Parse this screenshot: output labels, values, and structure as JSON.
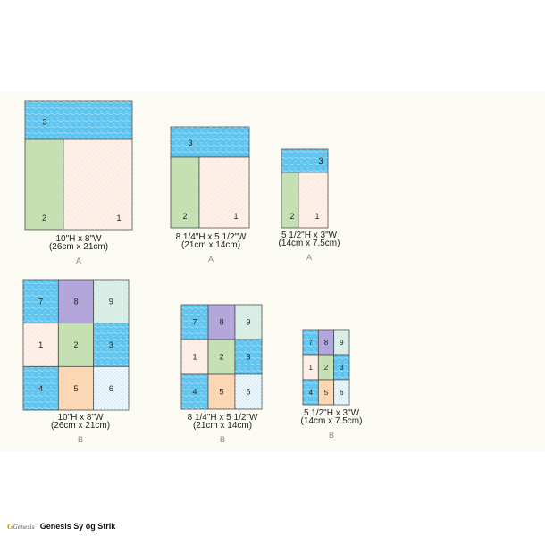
{
  "colors": {
    "1": "#fdf0e8",
    "2": "#c5e1b4",
    "3": "#5fc5ef",
    "4": "#5fc5ef",
    "5": "#fbd7b3",
    "6": "#ecf6fb",
    "7": "#5fc5ef",
    "8": "#b3a6da",
    "9": "#d6efe7",
    "outline": "#4a4a4a",
    "caption": "#222222",
    "type_label": "#888888"
  },
  "layouts": [
    {
      "type": "A",
      "size_line1": "10\"H x 8\"W",
      "size_line2": "(26cm x 21cm)",
      "blocks": [
        "3",
        "2",
        "1"
      ]
    },
    {
      "type": "A",
      "size_line1": "8 1/4\"H x 5 1/2\"W",
      "size_line2": "(21cm x 14cm)",
      "blocks": [
        "3",
        "2",
        "1"
      ]
    },
    {
      "type": "A",
      "size_line1": "5 1/2\"H x 3\"W",
      "size_line2": "(14cm x 7.5cm)",
      "blocks": [
        "3",
        "2",
        "1"
      ]
    },
    {
      "type": "B",
      "size_line1": "10\"H x 8\"W",
      "size_line2": "(26cm x 21cm)",
      "blocks": [
        "7",
        "8",
        "9",
        "1",
        "2",
        "3",
        "4",
        "5",
        "6"
      ]
    },
    {
      "type": "B",
      "size_line1": "8 1/4\"H x 5 1/2\"W",
      "size_line2": "(21cm x 14cm)",
      "blocks": [
        "7",
        "8",
        "9",
        "1",
        "2",
        "3",
        "4",
        "5",
        "6"
      ]
    },
    {
      "type": "B",
      "size_line1": "5 1/2\"H x 3\"W",
      "size_line2": "(14cm x 7.5cm)",
      "blocks": [
        "7",
        "8",
        "9",
        "1",
        "2",
        "3",
        "4",
        "5",
        "6"
      ]
    }
  ],
  "footer": {
    "logo_text": "Genesis",
    "brand": "Genesis Sy og Strik"
  }
}
